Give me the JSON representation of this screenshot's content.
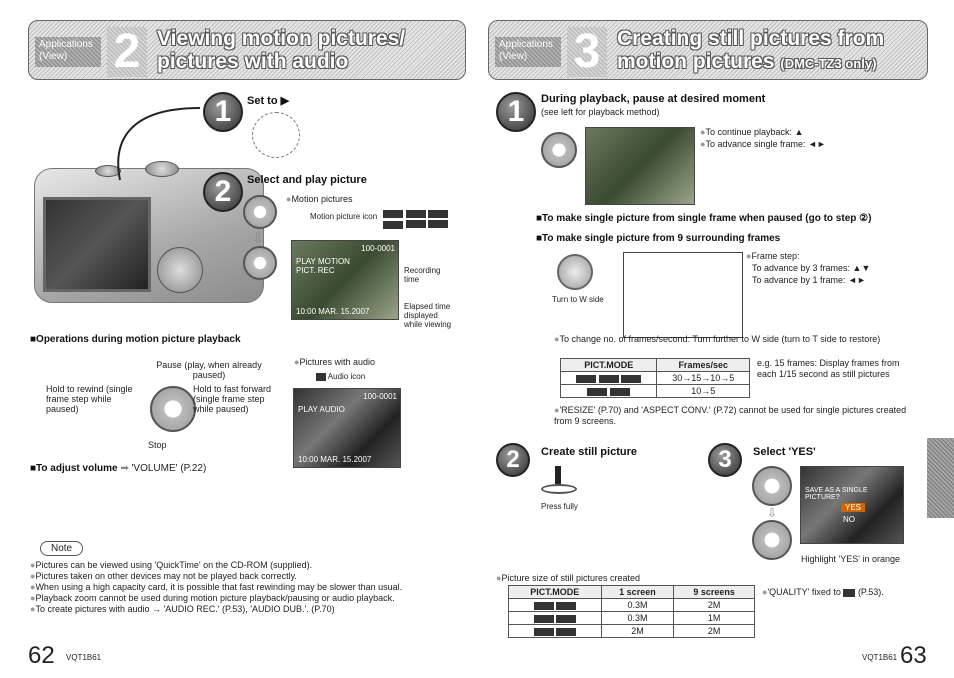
{
  "left": {
    "header": {
      "app": "Applications (View)",
      "num": "2",
      "title1": "Viewing motion pictures/",
      "title2": "pictures with audio"
    },
    "step1": {
      "num": "1",
      "title": "Set to ▶"
    },
    "step2": {
      "num": "2",
      "title": "Select and play picture",
      "motion": "Motion pictures",
      "motion_icon": "Motion picture icon",
      "recording": "Recording time",
      "elapsed": "Elapsed time displayed while viewing",
      "audio": "Pictures with audio",
      "audio_icon": "Audio icon",
      "screen1_top": "100-0001",
      "screen1_label": "PLAY MOTION PICT. REC",
      "screen1_date": "10:00 MAR. 15.2007",
      "screen2_top": "100-0001",
      "screen2_label": "PLAY AUDIO",
      "screen2_date": "10:00 MAR. 15.2007"
    },
    "ops": {
      "title": "Operations during motion picture playback",
      "pause": "Pause (play, when already paused)",
      "rewind": "Hold to rewind (single frame step while paused)",
      "fast": "Hold to fast forward (single frame step while paused)",
      "stop": "Stop"
    },
    "volume": {
      "label": "To adjust volume",
      "ref": "'VOLUME' (P.22)"
    },
    "note": {
      "title": "Note",
      "items": [
        "Pictures can be viewed using 'QuickTime' on the CD-ROM (supplied).",
        "Pictures taken on other devices may not be played back correctly.",
        "When using a high capacity card, it is possible that fast rewinding may be slower than usual.",
        "Playback zoom cannot be used during motion picture playback/pausing or audio playback.",
        "To create pictures with audio → 'AUDIO REC.' (P.53), 'AUDIO DUB.'. (P.70)"
      ]
    },
    "page_num": "62",
    "code": "VQT1B61"
  },
  "right": {
    "header": {
      "app": "Applications (View)",
      "num": "3",
      "title1": "Creating still pictures from",
      "title2": "motion pictures",
      "model": "(DMC-TZ3 only)"
    },
    "step1": {
      "num": "1",
      "title": "During playback, pause at desired moment",
      "sub": "(see left for playback method)",
      "cont": "To continue playback: ▲",
      "adv": "To advance single frame: ◄►"
    },
    "single": "To make single picture from single frame when paused (go to step ②)",
    "nine": {
      "title": "To make single picture from 9 surrounding frames",
      "frame_step": "Frame step:",
      "adv3": "To advance by 3 frames: ▲▼",
      "adv1": "To advance by 1 frame: ◄►",
      "turn": "Turn to W side",
      "change": "To change no. of frames/second: Turn further to W side (turn to T side to restore)",
      "eg": "e.g. 15 frames: Display frames from each 1/15 second as still pictures",
      "table": {
        "headers": [
          "PICT.MODE",
          "Frames/sec"
        ],
        "rows": [
          [
            "30→15→10→5"
          ],
          [
            "10→5"
          ]
        ]
      },
      "resize": "'RESIZE' (P.70) and 'ASPECT CONV.' (P.72) cannot be used for single pictures created from 9 screens."
    },
    "step2": {
      "num": "2",
      "title": "Create still picture",
      "press": "Press fully"
    },
    "step3": {
      "num": "3",
      "title": "Select 'YES'",
      "menu_title": "SAVE AS A SINGLE PICTURE?",
      "yes": "YES",
      "no": "NO",
      "highlight": "Highlight 'YES' in orange"
    },
    "size": {
      "title": "Picture size of still pictures created",
      "headers": [
        "PICT.MODE",
        "1 screen",
        "9 screens"
      ],
      "rows": [
        [
          "0.3M",
          "2M"
        ],
        [
          "0.3M",
          "1M"
        ],
        [
          "2M",
          "2M"
        ]
      ],
      "quality": "'QUALITY' fixed to",
      "quality_ref": "(P.53)."
    },
    "page_num": "63",
    "code": "VQT1B61"
  }
}
